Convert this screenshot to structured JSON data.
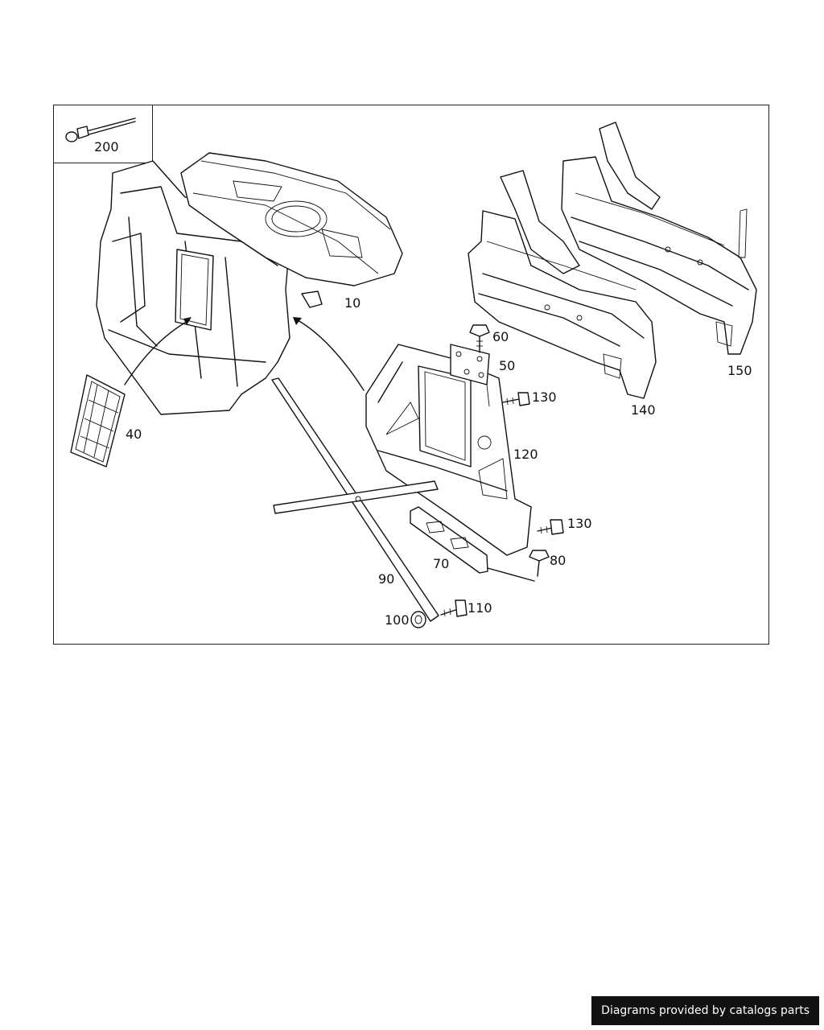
{
  "footer": {
    "text": "Diagrams provided by catalogs parts"
  },
  "callouts": {
    "c10": "10",
    "c40": "40",
    "c50": "50",
    "c60": "60",
    "c70": "70",
    "c80": "80",
    "c90": "90",
    "c100": "100",
    "c110": "110",
    "c120": "120",
    "c130a": "130",
    "c130b": "130",
    "c140": "140",
    "c150": "150",
    "c200": "200"
  },
  "icons": {
    "rivet": "rivet-icon",
    "bolt": "bolt-icon",
    "nut": "nut-icon"
  }
}
